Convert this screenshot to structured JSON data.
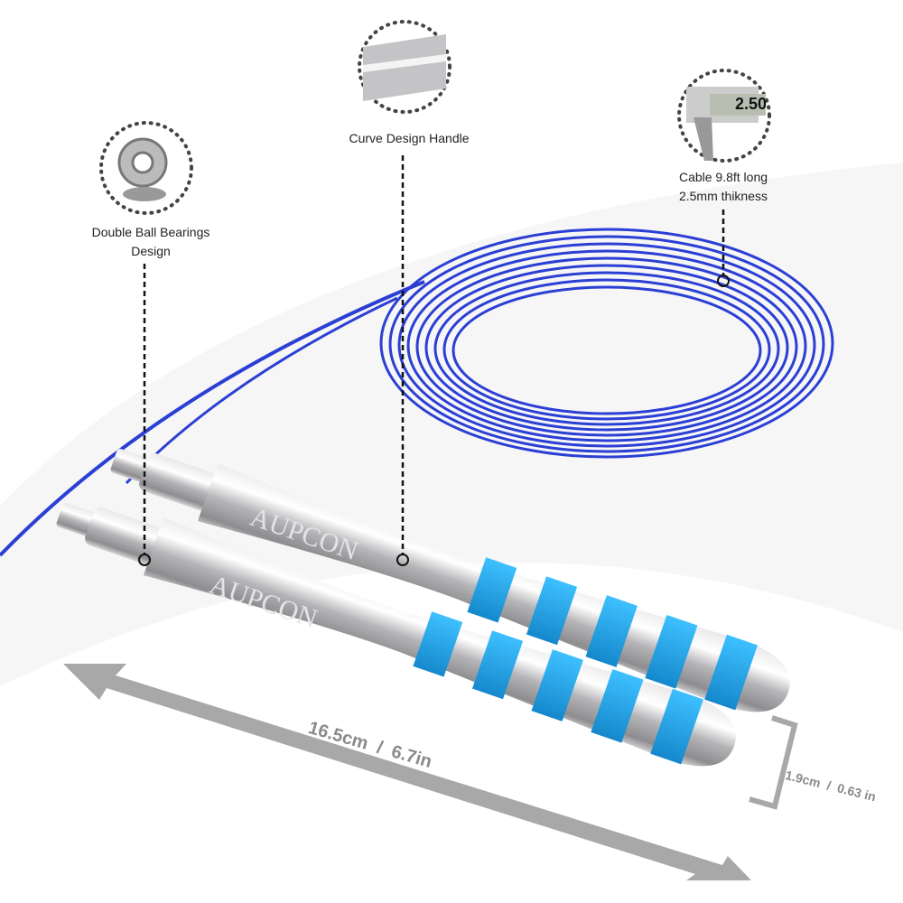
{
  "brand": "AUPCON",
  "callouts": {
    "bearings": {
      "line1": "Double Ball Bearings",
      "line2": "Design",
      "icon": "ball-bearing-icon"
    },
    "handle": {
      "text": "Curve Design Handle",
      "icon": "handle-closeup-icon"
    },
    "cable": {
      "line1": "Cable 9.8ft long",
      "line2": "2.5mm thikness",
      "icon": "caliper-icon",
      "caliper_readout": "2.50"
    }
  },
  "dimensions": {
    "length": "16.5cm  /  6.7in",
    "diameter": "1.9cm  /  0.63 in"
  },
  "colors": {
    "cable": "#2b3fd4",
    "stripes": "#1ea6ee",
    "handle": "#c9c9cc",
    "dimension": "#9a9a9a"
  }
}
